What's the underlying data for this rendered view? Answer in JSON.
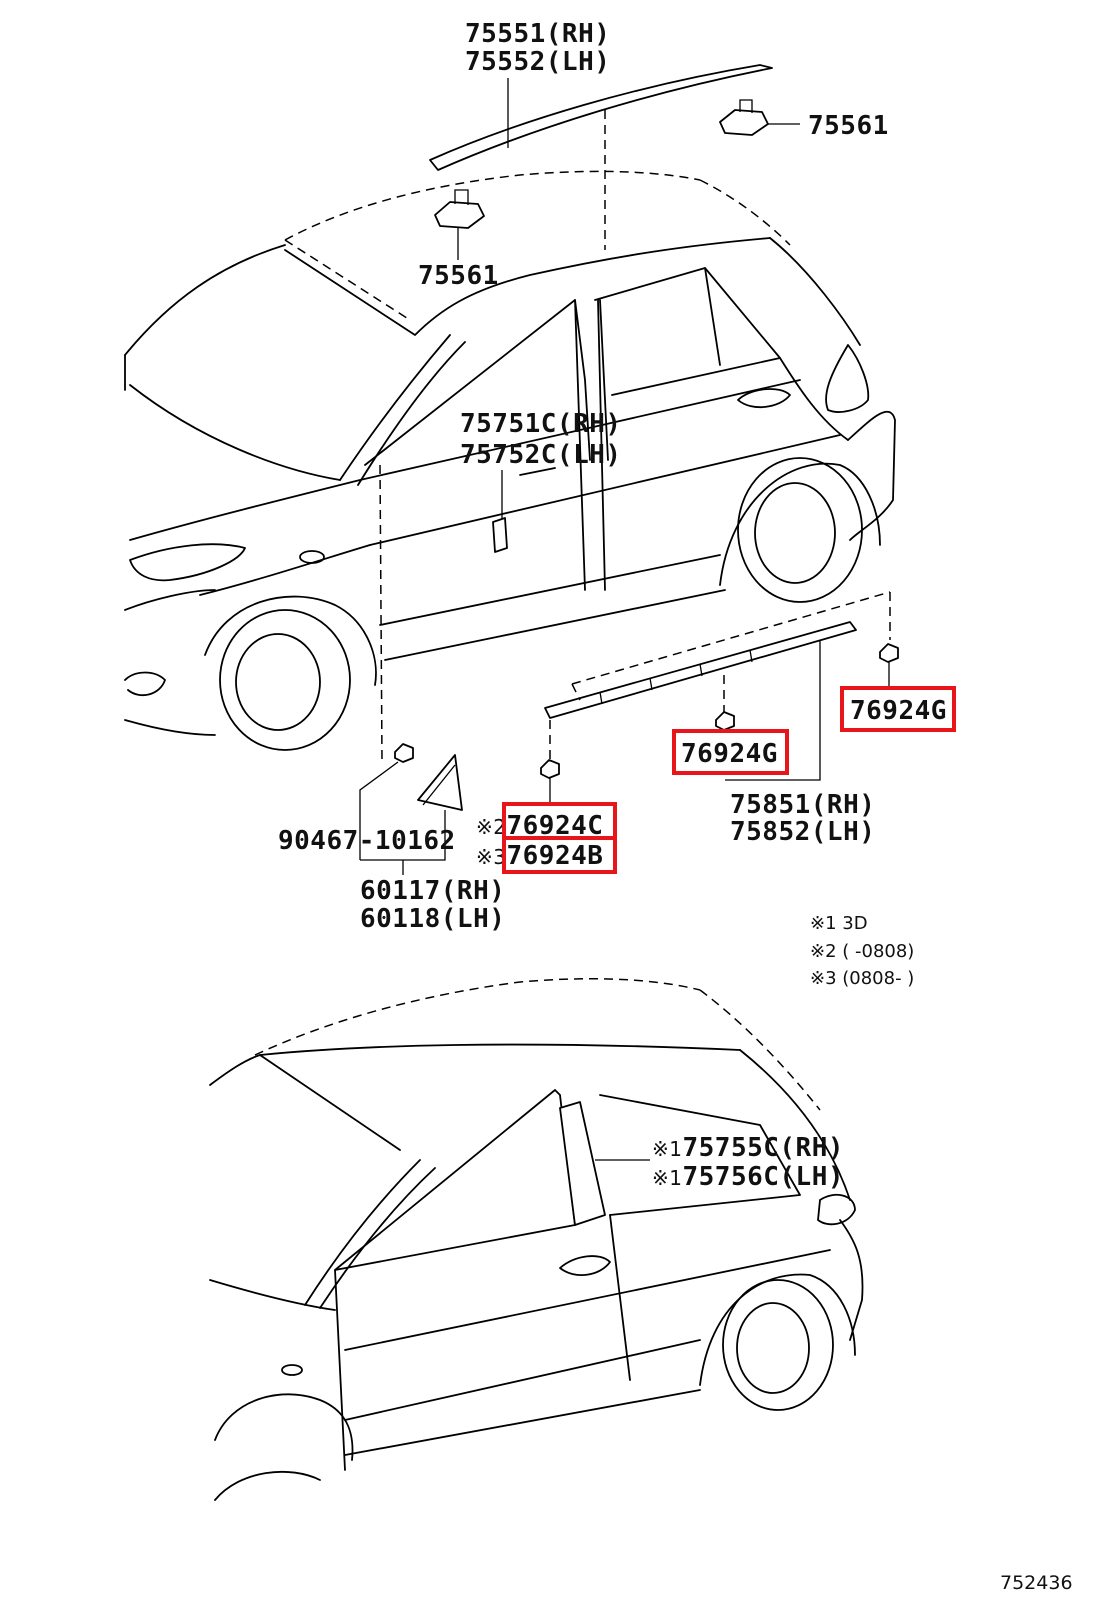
{
  "labels": {
    "roof_molding_rh": "75551(RH)",
    "roof_molding_lh": "75552(LH)",
    "clip_top": "75561",
    "clip_mid": "75561",
    "window_molding_rh": "75751C(RH)",
    "window_molding_lh": "75752C(LH)",
    "clip_rocker_right": "76924G",
    "clip_rocker_mid": "76924G",
    "clip_front_a_mark": "※2",
    "clip_front_a": "76924C",
    "clip_front_b_mark": "※3",
    "clip_front_b": "76924B",
    "bolt": "90467-10162",
    "rocker_molding_rh": "75851(RH)",
    "rocker_molding_lh": "75852(LH)",
    "cover_rh": "60117(RH)",
    "cover_lh": "60118(LH)",
    "pillar_mark": "※1",
    "pillar_rh": "75755C(RH)",
    "pillar_lh": "75756C(LH)"
  },
  "notes": {
    "n1": "※1 3D",
    "n2": "※2 (        -0808)",
    "n3": "※3 (0808-        )"
  },
  "figure_id": "752436",
  "colors": {
    "highlight": "#e8161b",
    "ink": "#000000"
  }
}
